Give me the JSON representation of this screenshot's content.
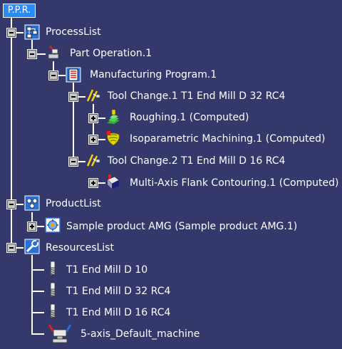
{
  "tree": {
    "root_label": "P.P.R.",
    "process_list": "ProcessList",
    "part_operation": "Part Operation.1",
    "manufacturing_program": "Manufacturing Program.1",
    "tool_change_1": "Tool Change.1  T1 End Mill D 32 RC4",
    "roughing": "Roughing.1 (Computed)",
    "isoparametric": "Isoparametric Machining.1 (Computed)",
    "tool_change_2": "Tool Change.2  T1 End Mill D 16 RC4",
    "flank_contouring": "Multi-Axis Flank Contouring.1 (Computed)",
    "product_list": "ProductList",
    "sample_product": "Sample product AMG (Sample product AMG.1)",
    "resources_list": "ResourcesList",
    "tool_d10": "T1 End Mill D 10",
    "tool_d32": "T1 End Mill D 32 RC4",
    "tool_d16": "T1 End Mill D 16 RC4",
    "machine": "5-axis_Default_machine"
  },
  "icons": {
    "process_list": "process-list-icon",
    "part_operation": "part-operation-icon",
    "manufacturing_program": "manufacturing-program-icon",
    "tool_change": "tool-change-icon",
    "roughing": "roughing-icon",
    "isoparametric": "isoparametric-machining-icon",
    "flank_contouring": "flank-contouring-icon",
    "product_list": "product-list-icon",
    "sample_product": "sample-product-icon",
    "resources_list": "resources-list-icon",
    "end_mill": "end-mill-icon",
    "machine": "machine-icon"
  },
  "colors": {
    "background": "#34386a",
    "root_highlight": "#2a8bf7",
    "text": "#ffffff"
  }
}
